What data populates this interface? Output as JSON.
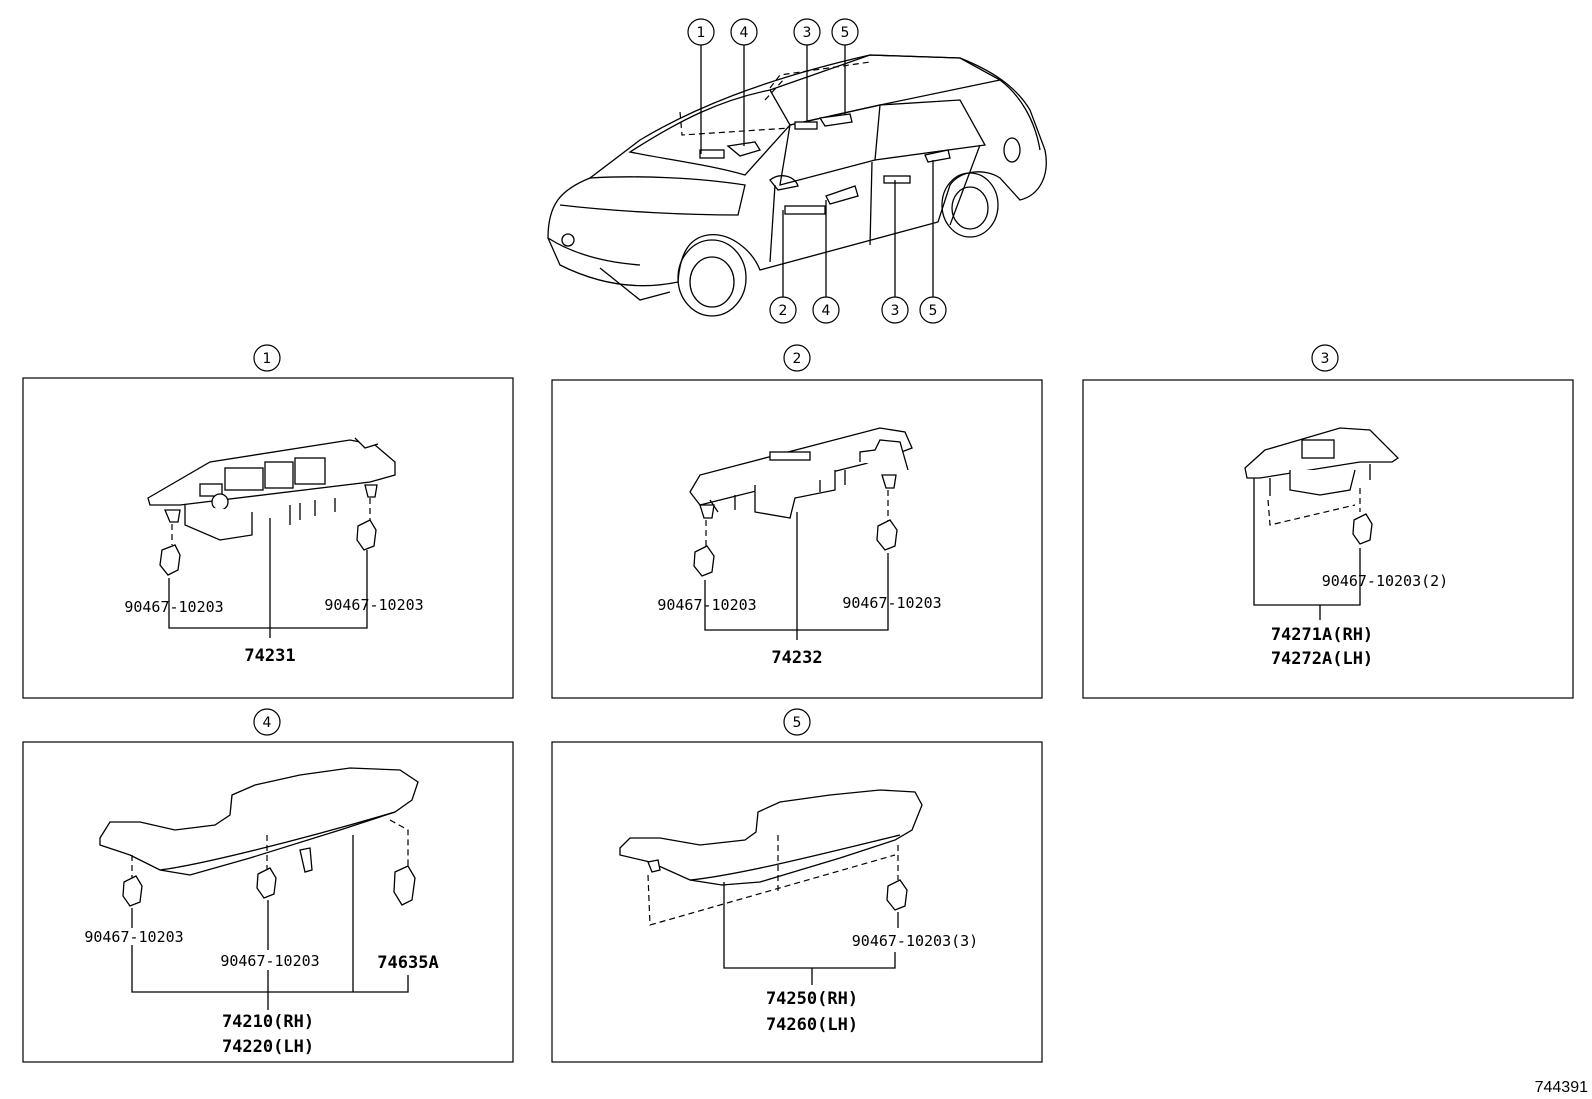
{
  "callouts": {
    "top": [
      "1",
      "4",
      "3",
      "5"
    ],
    "bottom": [
      "2",
      "4",
      "3",
      "5"
    ],
    "panels": [
      "1",
      "2",
      "3",
      "4",
      "5"
    ]
  },
  "panel1": {
    "clip_left": "90467-10203",
    "clip_right": "90467-10203",
    "part": "74231"
  },
  "panel2": {
    "clip_left": "90467-10203",
    "clip_right": "90467-10203",
    "part": "74232"
  },
  "panel3": {
    "clip": "90467-10203(2)",
    "part_rh": "74271A(RH)",
    "part_lh": "74272A(LH)"
  },
  "panel4": {
    "clip_left": "90467-10203",
    "clip_mid": "90467-10203",
    "clip_right": "74635A",
    "part_rh": "74210(RH)",
    "part_lh": "74220(LH)"
  },
  "panel5": {
    "clip": "90467-10203(3)",
    "part_rh": "74250(RH)",
    "part_lh": "74260(LH)"
  },
  "figure_id": "744391"
}
